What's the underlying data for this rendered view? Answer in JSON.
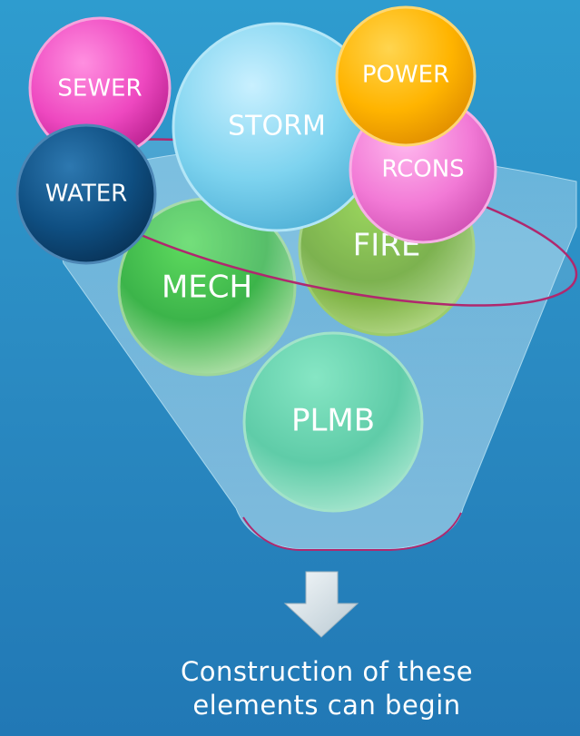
{
  "bubbles": [
    {
      "id": "sewer",
      "label": "SEWER",
      "color": "#ee48c0"
    },
    {
      "id": "storm",
      "label": "STORM",
      "color": "#7dd3ef"
    },
    {
      "id": "power",
      "label": "POWER",
      "color": "#ffb400"
    },
    {
      "id": "rcons",
      "label": "RCONS",
      "color": "#f27ad6"
    },
    {
      "id": "water",
      "label": "WATER",
      "color": "#0f4f82"
    },
    {
      "id": "mech",
      "label": "MECH",
      "color": "#3cb44a"
    },
    {
      "id": "fire",
      "label": "FIRE",
      "color": "#6aa52a"
    },
    {
      "id": "plmb",
      "label": "PLMB",
      "color": "#5fcca8"
    }
  ],
  "funnel": {
    "rim_color": "#b0286e"
  },
  "arrow": {
    "icon": "down-arrow-icon"
  },
  "caption": {
    "line1": "Construction of these",
    "line2": "elements can begin"
  }
}
